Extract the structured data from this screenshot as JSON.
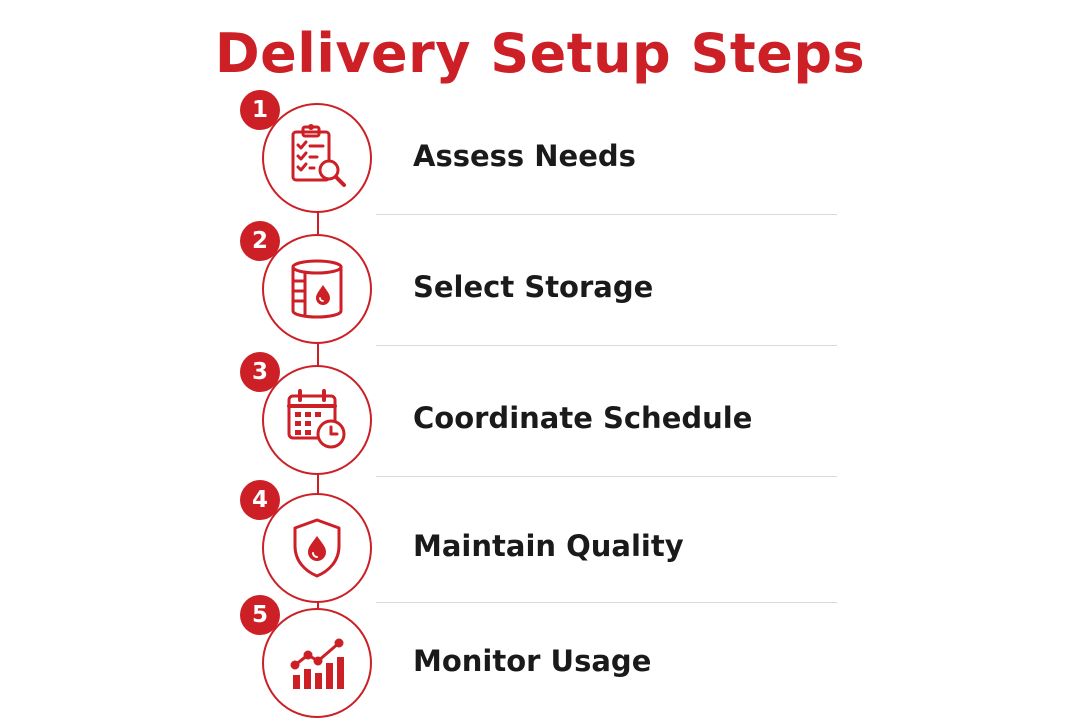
{
  "title": "Delivery Setup Steps",
  "colors": {
    "accent": "#cc1f26",
    "text": "#1a1a1a",
    "divider": "#d9d9d9"
  },
  "steps": [
    {
      "number": "1",
      "label": "Assess Needs",
      "icon": "clipboard-magnifier-icon"
    },
    {
      "number": "2",
      "label": "Select Storage",
      "icon": "storage-tank-drop-icon"
    },
    {
      "number": "3",
      "label": "Coordinate Schedule",
      "icon": "calendar-clock-icon"
    },
    {
      "number": "4",
      "label": "Maintain Quality",
      "icon": "shield-drop-icon"
    },
    {
      "number": "5",
      "label": "Monitor Usage",
      "icon": "bar-chart-trend-icon"
    }
  ]
}
